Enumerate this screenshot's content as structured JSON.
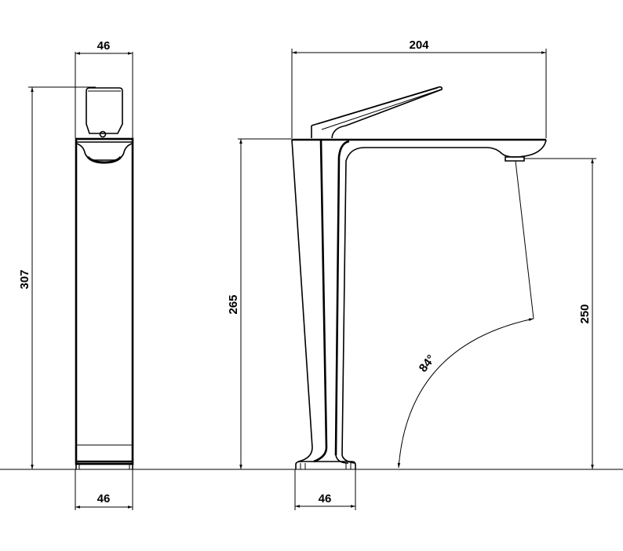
{
  "drawing": {
    "type": "faucet technical drawing",
    "units": "mm",
    "views": [
      {
        "name": "side-view",
        "dimensions": {
          "width_top": "46",
          "width_base": "46",
          "height_total": "307"
        }
      },
      {
        "name": "front-view",
        "dimensions": {
          "reach": "204",
          "body_height": "265",
          "spout_height": "250",
          "base_width": "46",
          "lever_angle": "84°"
        }
      }
    ]
  },
  "labels": {
    "side_top_width": "46",
    "side_base_width": "46",
    "side_height": "307",
    "front_reach": "204",
    "front_body_height": "265",
    "front_spout_height": "250",
    "front_base_width": "46",
    "angle": "84°"
  },
  "colors": {
    "line": "#000000",
    "background": "#ffffff"
  }
}
